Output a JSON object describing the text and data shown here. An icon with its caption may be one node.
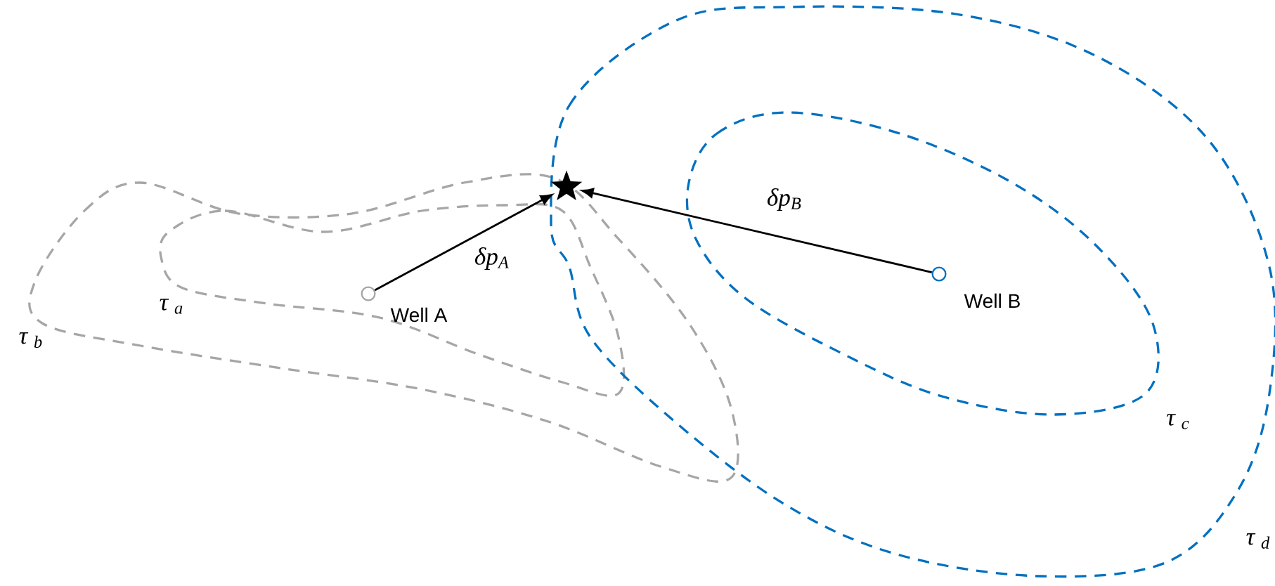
{
  "diagram": {
    "nodes": [
      {
        "text": [],
        "shape": "circle",
        "beside": [
          "Well A"
        ]
      },
      {
        "text": [],
        "shape": "star"
      },
      {
        "text": [],
        "shape": "circle",
        "beside": [
          "Well B"
        ]
      }
    ],
    "edges": [
      {
        "from": 0,
        "to": 1,
        "arrow": "to",
        "label": "δp$_{A}$"
      },
      {
        "from": 2,
        "to": 1,
        "arrow": "to",
        "label": "δp$_{B}$"
      }
    ],
    "labels": [
      "τ $_{a}$",
      "τ $_{b}$",
      "τ $_{c}$",
      "τ $_{d}$"
    ]
  }
}
